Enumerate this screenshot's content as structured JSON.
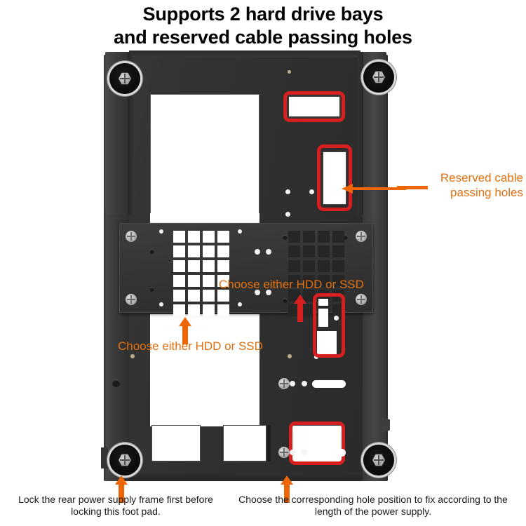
{
  "title": {
    "line1": "Supports 2 hard drive bays",
    "line2": "and reserved cable passing holes"
  },
  "annotations": {
    "reserved_cable": "Reserved cable\npassing holes",
    "reserved_cable_line1": "Reserved cable",
    "reserved_cable_line2": "passing holes",
    "hdd_or_ssd_right": "Choose either HDD or SSD",
    "hdd_or_ssd_left": "Choose either HDD or SSD"
  },
  "captions": {
    "left": "Lock the rear power supply frame first before locking this foot pad.",
    "right": "Choose the corresponding hole position to fix according to the length of the power supply."
  },
  "colors": {
    "chassis_dark": "#333333",
    "highlight_red": "#d81f20",
    "annotation_orange": "#ec6608",
    "label_orange": "#e2700f",
    "cutout_white": "#ffffff",
    "background": "#ffffff",
    "title_text": "#000000",
    "caption_text": "#1a1a1a"
  },
  "diagram": {
    "subject": "computer-case-backplate",
    "vent_grid_white": {
      "columns": 4,
      "rows": 6
    },
    "vent_grid_dark": {
      "columns": 4,
      "rows": 6
    },
    "red_highlight_count": 4,
    "foot_screw_count": 4
  }
}
